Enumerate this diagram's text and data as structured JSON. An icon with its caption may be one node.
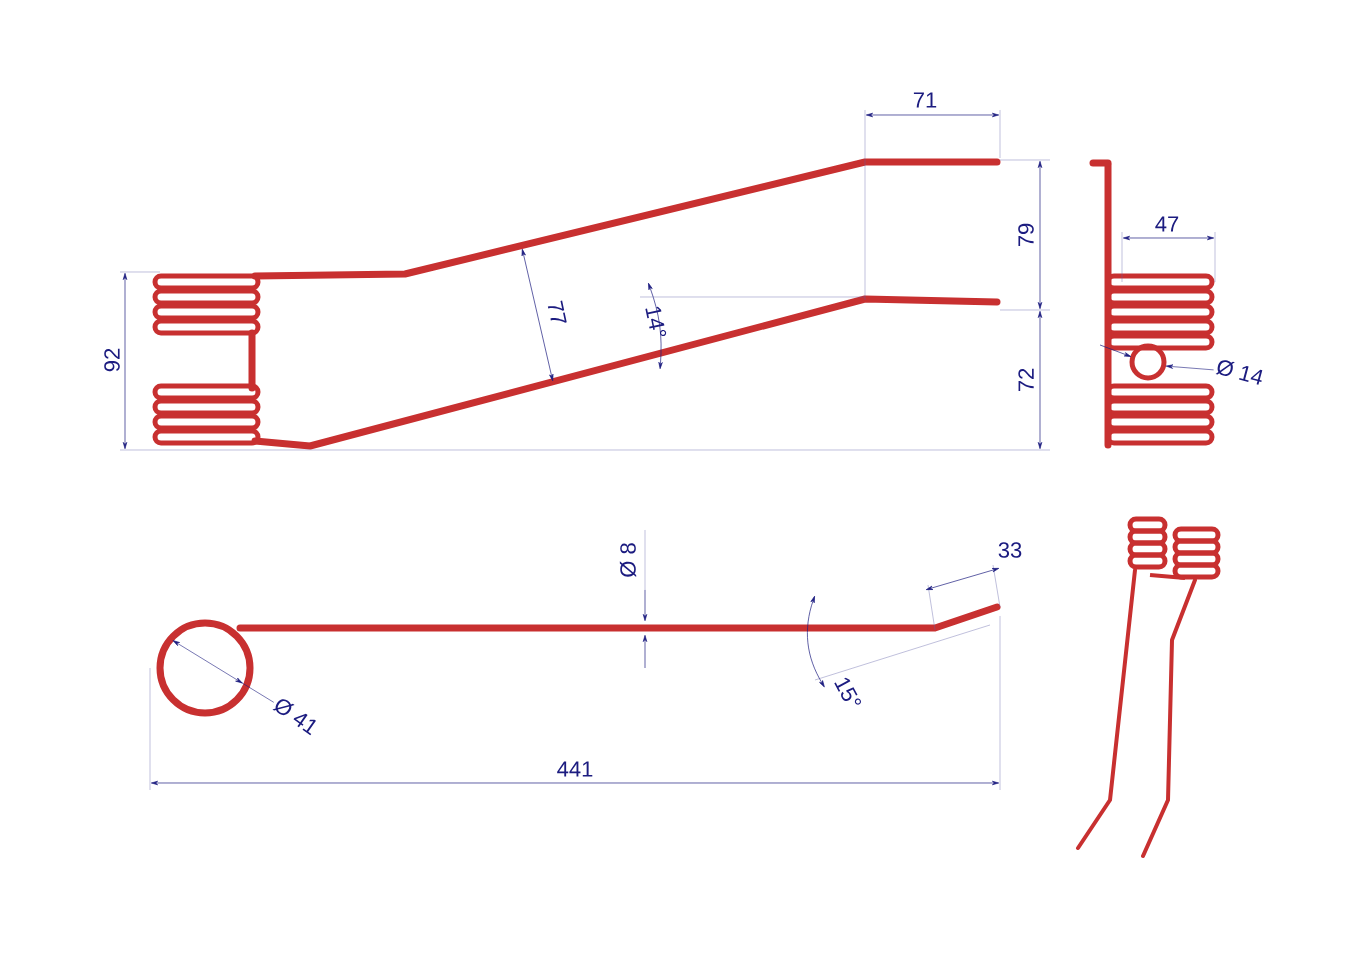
{
  "diagram": {
    "nodes": [
      {
        "text": [
          "Ø 14"
        ]
      },
      {
        "text": [
          "Ø 41"
        ]
      }
    ],
    "edges": [
      {
        "from": 0,
        "to": null,
        "arrow": "to"
      },
      {
        "from": 1,
        "to": null,
        "arrow": "to"
      }
    ],
    "labels": [
      "71",
      "47",
      "79",
      "77",
      "14°",
      "92",
      "72",
      "Ø 8",
      "33",
      "15°",
      "441"
    ]
  }
}
